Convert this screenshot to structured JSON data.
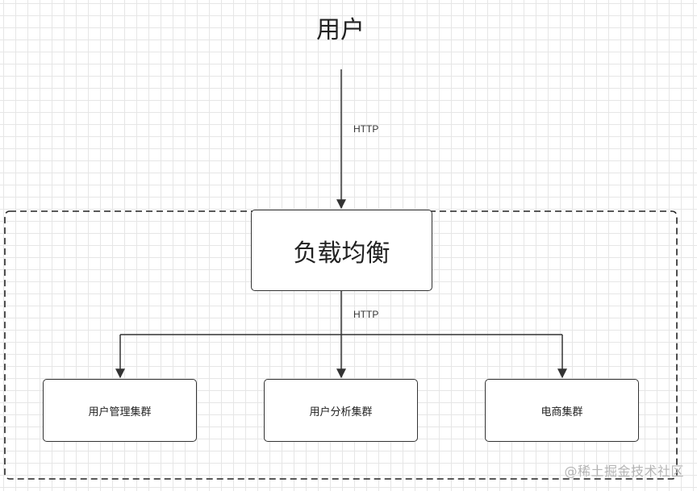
{
  "diagram": {
    "user_node": "用户",
    "load_balancer": "负载均衡",
    "edge_label_top": "HTTP",
    "edge_label_bottom": "HTTP",
    "clusters": [
      "用户管理集群",
      "用户分析集群",
      "电商集群"
    ]
  },
  "watermark": "@稀土掘金技术社区",
  "colors": {
    "stroke": "#333333",
    "grid": "#e6e6e6",
    "background": "#ffffff",
    "watermark": "#b5b5b5"
  }
}
